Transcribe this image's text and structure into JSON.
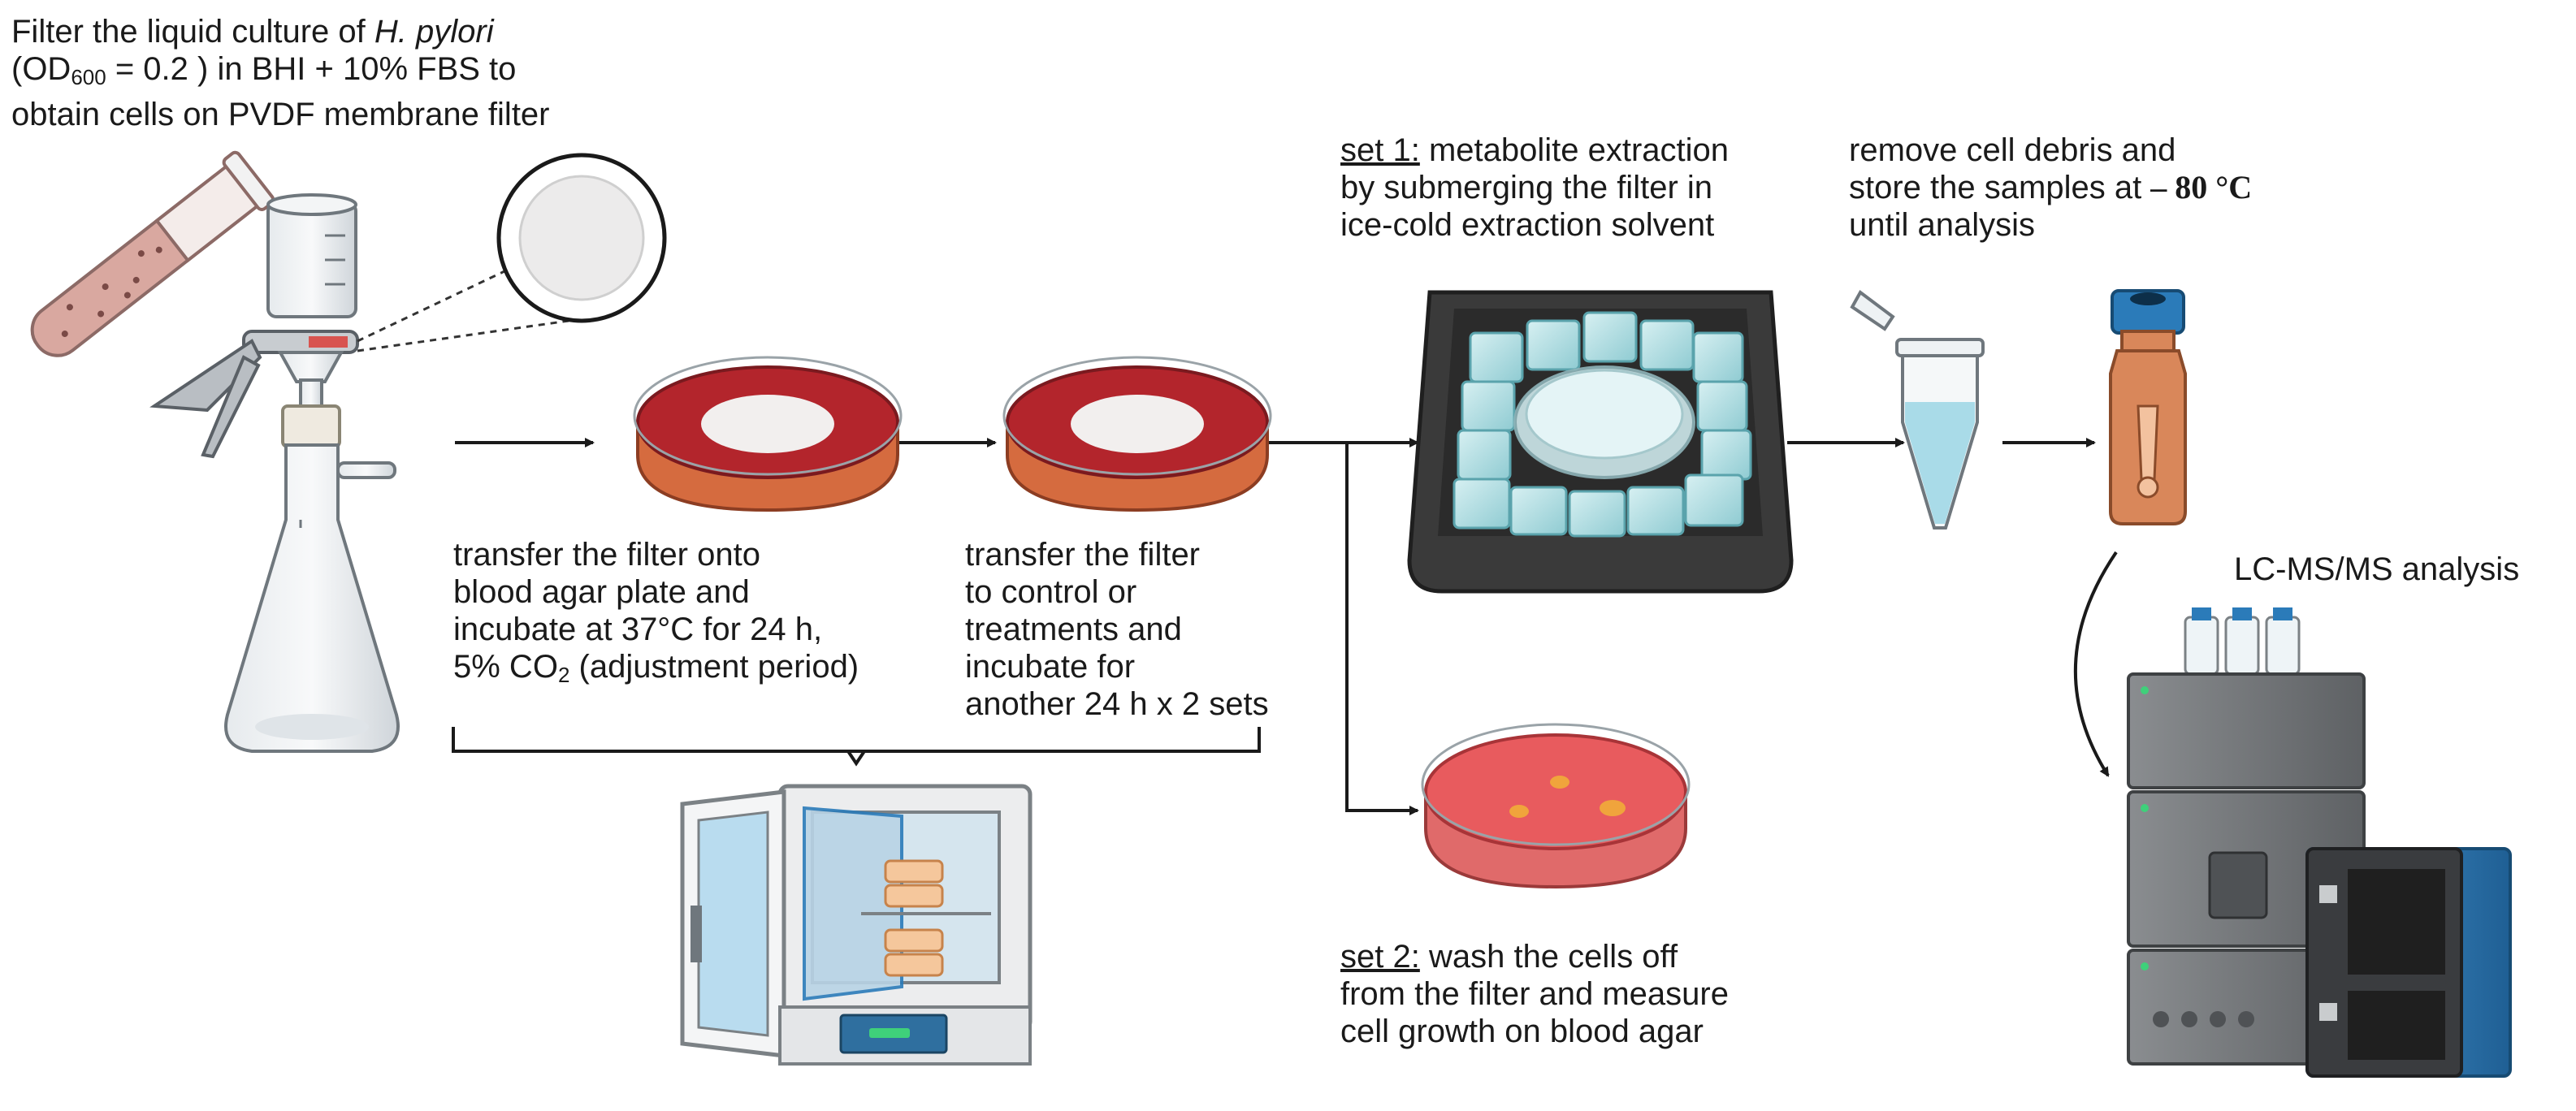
{
  "step1": {
    "line1_prefix": "Filter the liquid culture of ",
    "line1_italic": "H. pylori",
    "line2_a": "(OD",
    "line2_sub": "600",
    "line2_b": " = 0.2 ) in BHI + 10% FBS to",
    "line3": "obtain cells on PVDF membrane filter"
  },
  "step2": {
    "line1": "transfer the filter onto",
    "line2": "blood agar plate and",
    "line3": "incubate at 37°C for 24 h,",
    "line4_a": "5% CO",
    "line4_sub": "2",
    "line4_b": " (adjustment period)"
  },
  "step3": {
    "line1": "transfer the filter",
    "line2": "to control or",
    "line3": "treatments and",
    "line4": "incubate for",
    "line5": "another 24 h x 2 sets"
  },
  "set1": {
    "tag": "set 1:",
    "line1_rest": " metabolite extraction",
    "line2": "by submerging the filter in",
    "line3": "ice-cold extraction solvent"
  },
  "storage": {
    "line1": "remove cell debris and",
    "line2_a": "store the samples at ",
    "line2_b": "– 80 °C",
    "line3": "until analysis"
  },
  "set2": {
    "tag": "set 2:",
    "line1_rest": " wash the cells off",
    "line2": "from the filter and measure",
    "line3": "cell growth on blood agar"
  },
  "analysis": {
    "label": "LC-MS/MS analysis"
  },
  "colors": {
    "agar_red": "#b3252c",
    "agar_light": "#e85b5e",
    "ice_blue": "#a9dbe0",
    "tray_dark": "#3a3a3a",
    "instrument_gray": "#6f7275",
    "accent_blue": "#2b7bb9",
    "vial_amber": "#d9875a"
  }
}
